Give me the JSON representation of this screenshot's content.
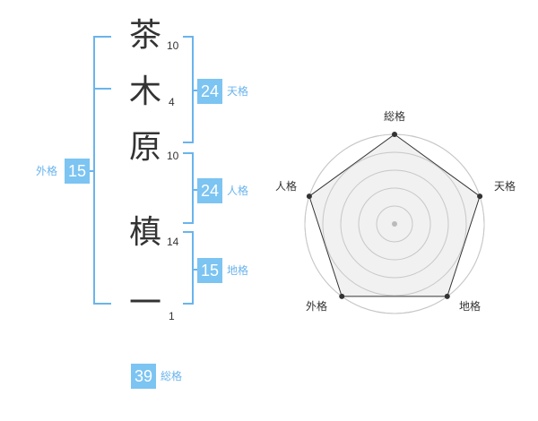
{
  "name": {
    "characters": [
      {
        "char": "茶",
        "strokes": "10"
      },
      {
        "char": "木",
        "strokes": "4"
      },
      {
        "char": "原",
        "strokes": "10"
      },
      {
        "char": "槙",
        "strokes": "14"
      },
      {
        "char": "一",
        "strokes": "1"
      }
    ]
  },
  "fortune": {
    "tenkaku": {
      "value": "24",
      "label": "天格"
    },
    "jinkaku": {
      "value": "24",
      "label": "人格"
    },
    "chikaku": {
      "value": "15",
      "label": "地格"
    },
    "gaikaku": {
      "value": "15",
      "label": "外格"
    },
    "soukaku": {
      "value": "39",
      "label": "総格"
    }
  },
  "radar": {
    "axes": [
      "総格",
      "天格",
      "地格",
      "外格",
      "人格"
    ],
    "values": [
      1.0,
      1.0,
      1.0,
      1.0,
      1.0
    ],
    "rings": 5,
    "colors": {
      "fill": "#efefef",
      "stroke": "#333333",
      "ring": "#c8c8c8",
      "point": "#333333",
      "center": "#bbbbbb"
    }
  },
  "colors": {
    "accent": "#7cc4f2",
    "bracket": "#6ab4ec"
  }
}
